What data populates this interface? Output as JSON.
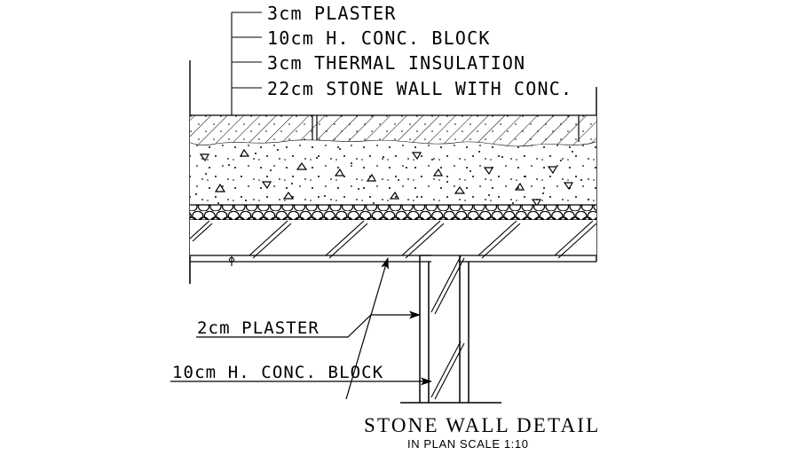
{
  "drawing": {
    "title": "STONE WALL DETAIL",
    "subtitle": "IN PLAN SCALE 1:10",
    "scale": "1:10",
    "line_color": "#000000",
    "background_color": "#ffffff",
    "callouts_top": [
      {
        "id": "plaster-3cm",
        "text": "3cm PLASTER",
        "thickness": "3cm",
        "material": "PLASTER"
      },
      {
        "id": "conc-block-10cm",
        "text": "10cm H. CONC. BLOCK",
        "thickness": "10cm",
        "material": "H. CONC. BLOCK"
      },
      {
        "id": "thermal-3cm",
        "text": "3cm THERMAL INSULATION",
        "thickness": "3cm",
        "material": "THERMAL INSULATION"
      },
      {
        "id": "stone-wall-22cm",
        "text": "22cm STONE WALL WITH CONC.",
        "thickness": "22cm",
        "material": "STONE WALL WITH CONC."
      }
    ],
    "callouts_bottom": [
      {
        "id": "plaster-2cm",
        "text": "2cm PLASTER",
        "thickness": "2cm",
        "material": "PLASTER"
      },
      {
        "id": "conc-block-10cm-wall",
        "text": "10cm H. CONC. BLOCK",
        "thickness": "10cm",
        "material": "H. CONC. BLOCK"
      }
    ]
  }
}
